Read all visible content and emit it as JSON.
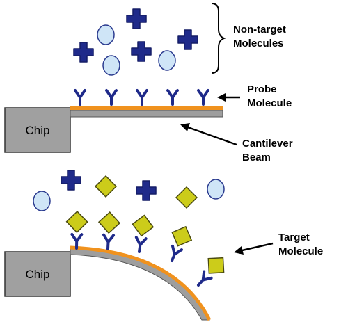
{
  "top_panel": {
    "chip_label": "Chip",
    "nontarget_label": [
      "Non-target",
      "Molecules"
    ],
    "probe_label": [
      "Probe",
      "Molecule"
    ],
    "cantilever_label": [
      "Cantilever",
      "Beam"
    ]
  },
  "bottom_panel": {
    "chip_label": "Chip",
    "target_label": [
      "Target",
      "Molecule"
    ]
  },
  "colors": {
    "probe": "#1f2a8a",
    "nontarget_cross": "#1f2a8a",
    "nontarget_circle": "#cfe5f7",
    "target": "#cccc1a",
    "coating": "#f0921e",
    "beam": "#9e9e9e",
    "chip": "#a0a0a0"
  }
}
